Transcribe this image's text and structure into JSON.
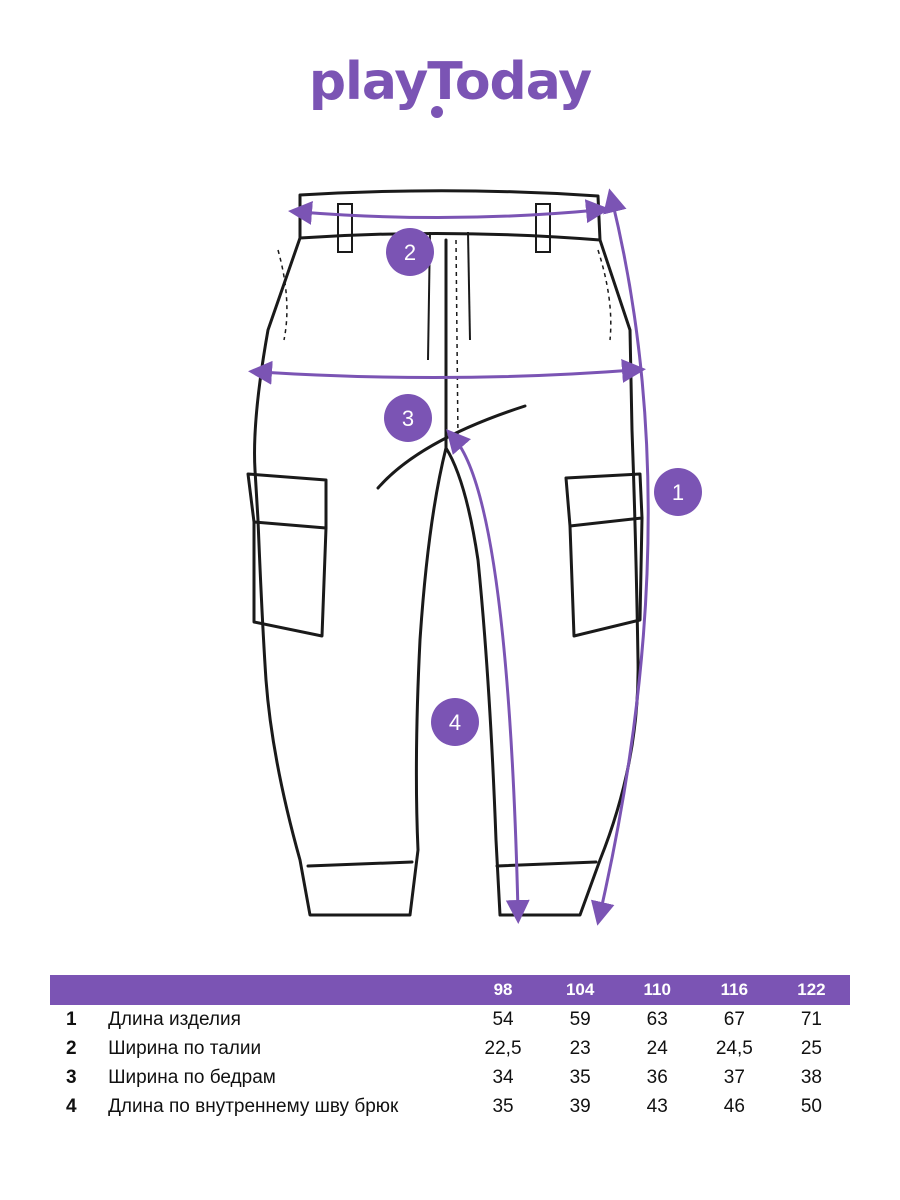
{
  "brand": {
    "logo_text": "playToday",
    "color": "#7b54b4"
  },
  "markers": [
    {
      "number": "1",
      "meaning": "Длина изделия"
    },
    {
      "number": "2",
      "meaning": "Ширина по талии"
    },
    {
      "number": "3",
      "meaning": "Ширина по бедрам"
    },
    {
      "number": "4",
      "meaning": "Длина по внутреннему шву брюк"
    }
  ],
  "size_table": {
    "sizes": [
      "98",
      "104",
      "110",
      "116",
      "122"
    ],
    "rows": [
      {
        "num": "1",
        "label": "Длина изделия",
        "values": [
          "54",
          "59",
          "63",
          "67",
          "71"
        ]
      },
      {
        "num": "2",
        "label": "Ширина по талии",
        "values": [
          "22,5",
          "23",
          "24",
          "24,5",
          "25"
        ]
      },
      {
        "num": "3",
        "label": "Ширина по бедрам",
        "values": [
          "34",
          "35",
          "36",
          "37",
          "38"
        ]
      },
      {
        "num": "4",
        "label": "Длина по внутреннему шву брюк",
        "values": [
          "35",
          "39",
          "43",
          "46",
          "50"
        ]
      }
    ]
  }
}
